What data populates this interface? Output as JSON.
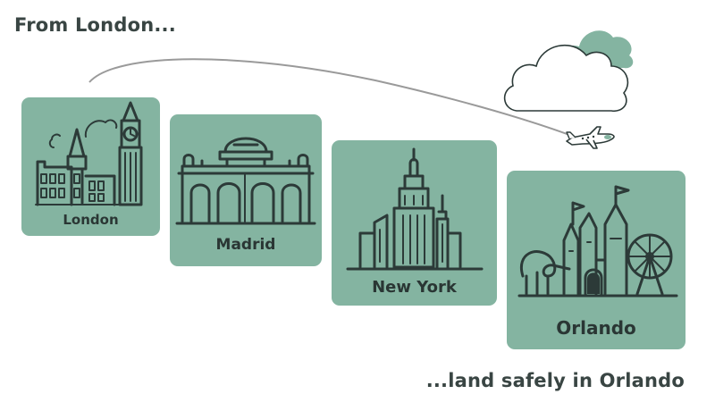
{
  "header": {
    "from_text": "From London..."
  },
  "footer": {
    "land_text": "...land safely in Orlando"
  },
  "cities": {
    "london": {
      "label": "London"
    },
    "madrid": {
      "label": "Madrid"
    },
    "newyork": {
      "label": "New York"
    },
    "orlando": {
      "label": "Orlando"
    }
  },
  "icons": {
    "plane": "airplane-icon",
    "cloud": "cloud-icon"
  },
  "colors": {
    "card": "#84b4a1",
    "ink": "#2c3a38",
    "text": "#394543",
    "flight_path": "#9a9a9a"
  }
}
